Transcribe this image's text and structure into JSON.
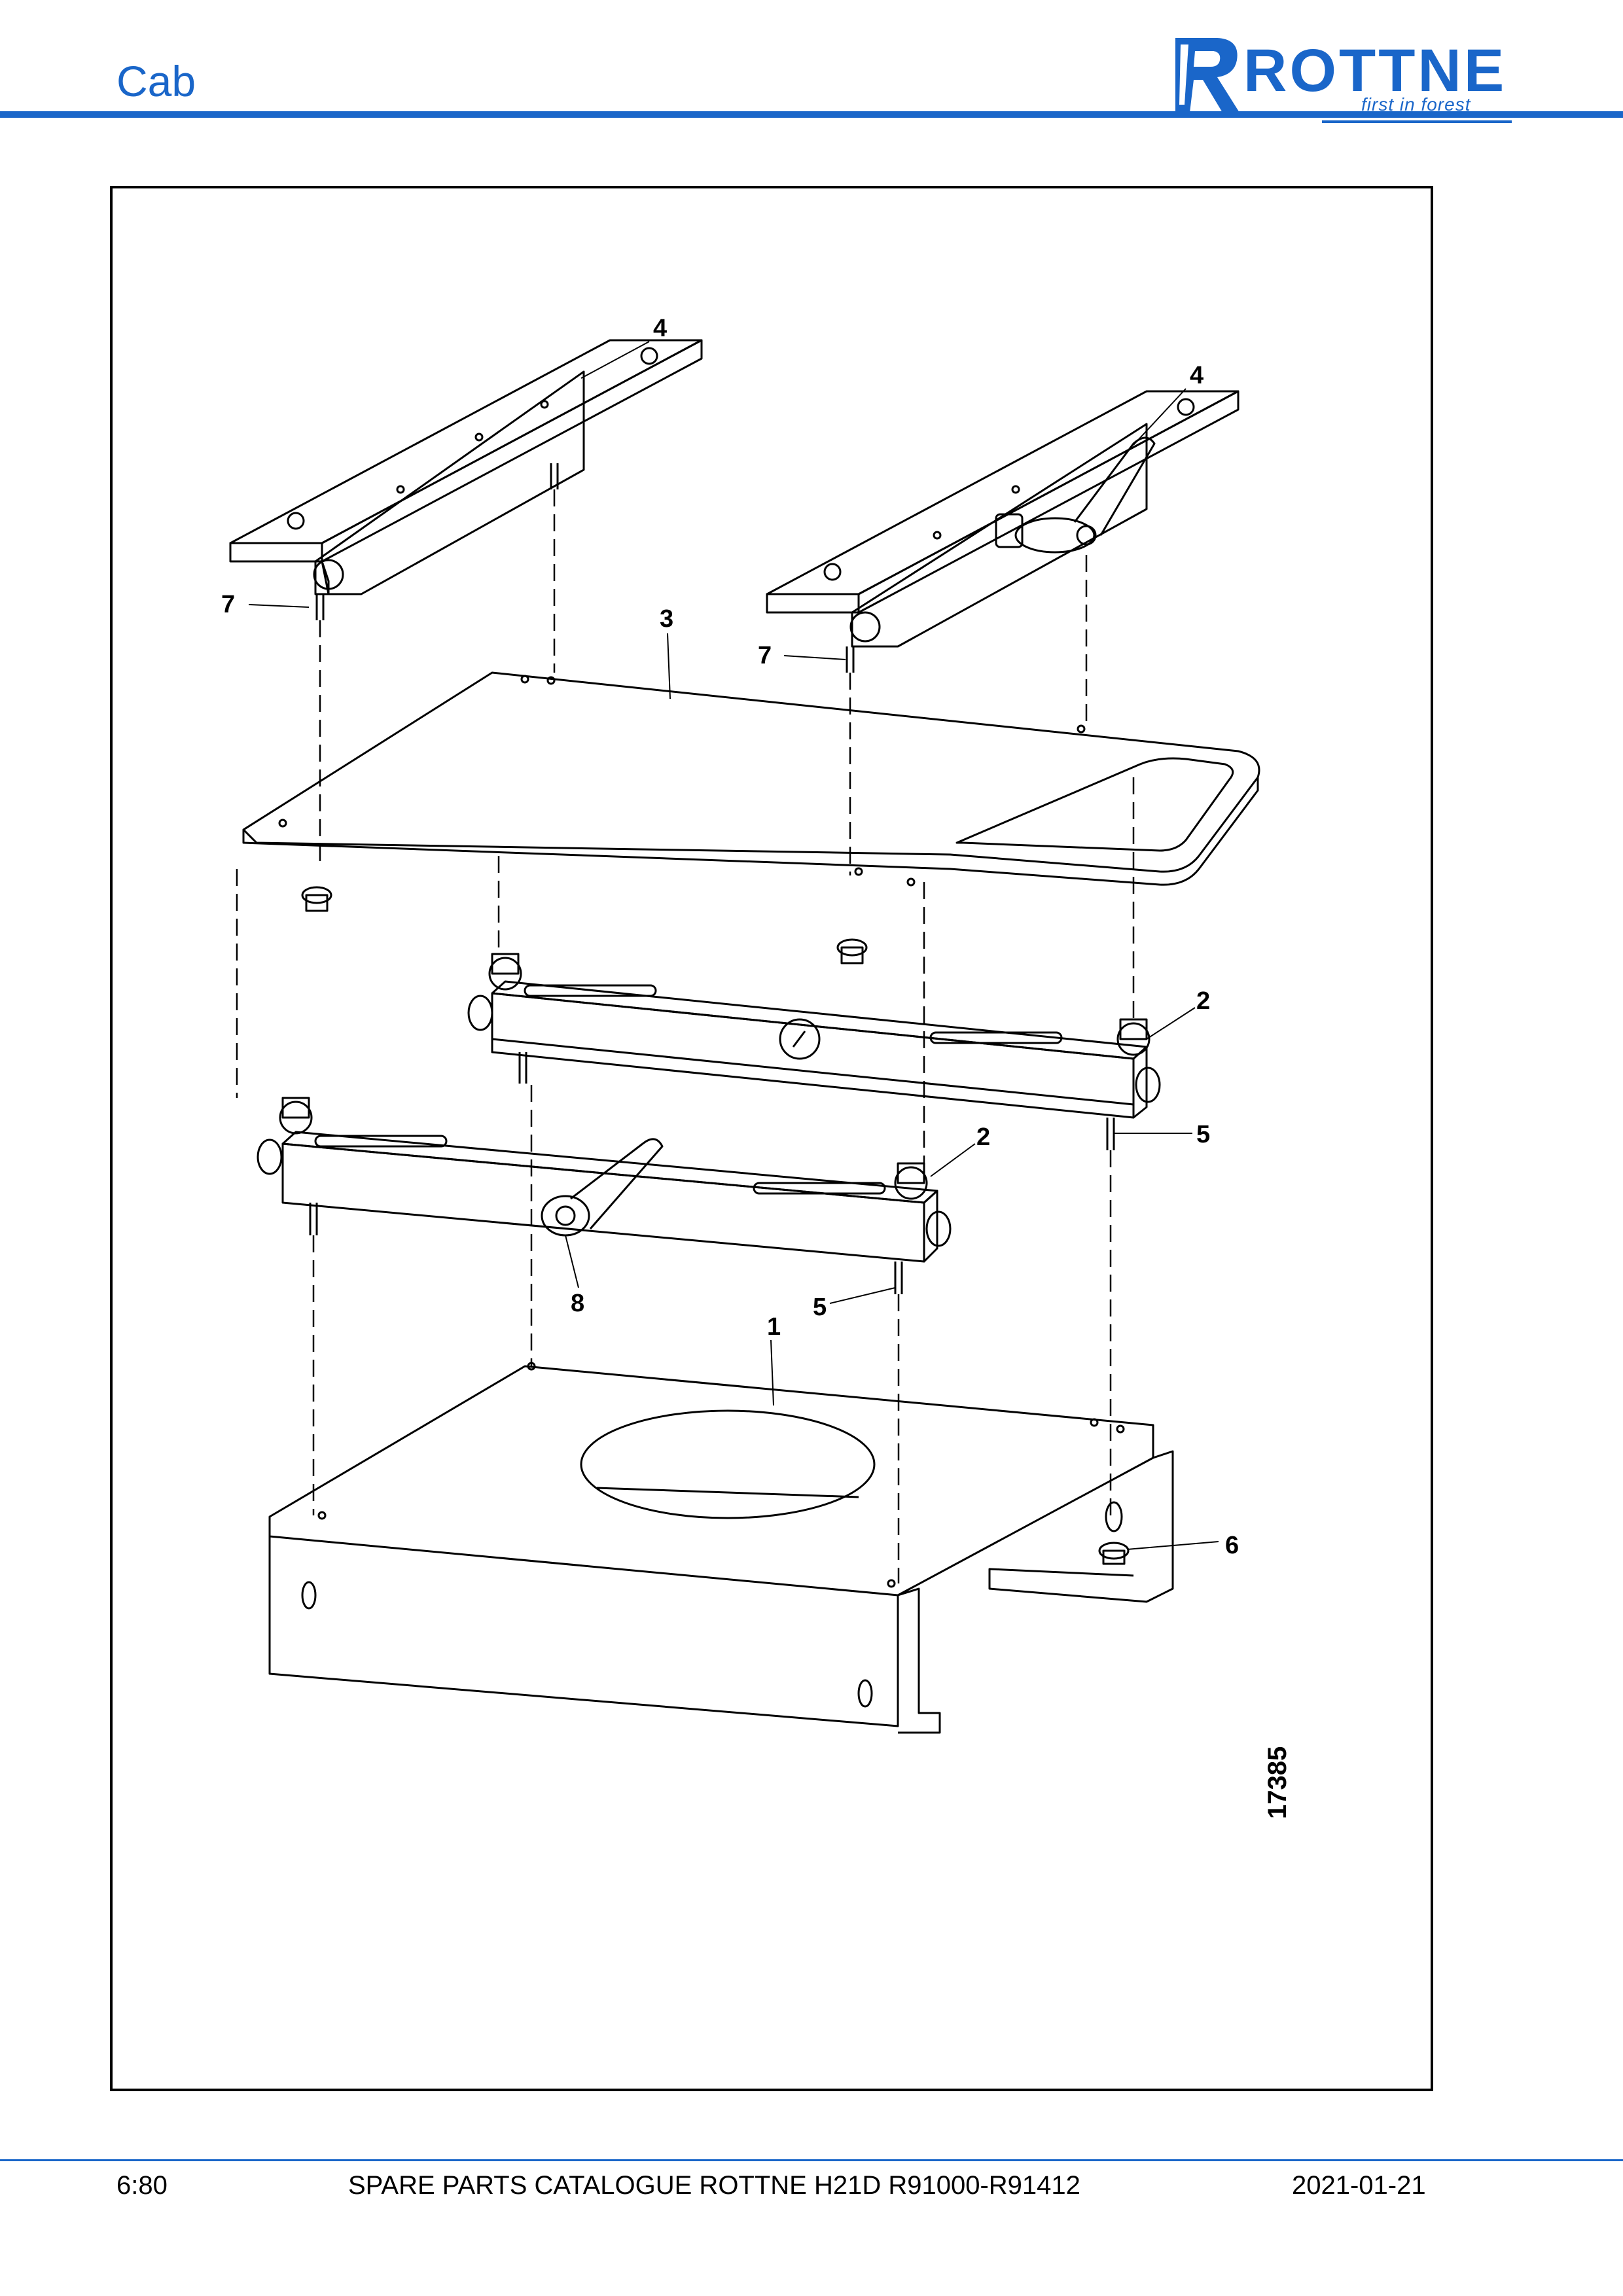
{
  "header": {
    "section_title": "Cab",
    "logo": {
      "brand": "ROTTNE",
      "tagline": "first in forest",
      "icon": "rottne-r-logo-icon"
    }
  },
  "drawing": {
    "callouts": [
      "1",
      "2",
      "2",
      "3",
      "4",
      "4",
      "5",
      "5",
      "6",
      "7",
      "7",
      "8"
    ],
    "figure_number": "17385"
  },
  "footer": {
    "page": "6:80",
    "catalogue": "SPARE PARTS CATALOGUE ROTTNE H21D R91000-R91412",
    "date": "2021-01-21"
  },
  "colors": {
    "accent": "#1a66c9",
    "line": "#000000"
  }
}
